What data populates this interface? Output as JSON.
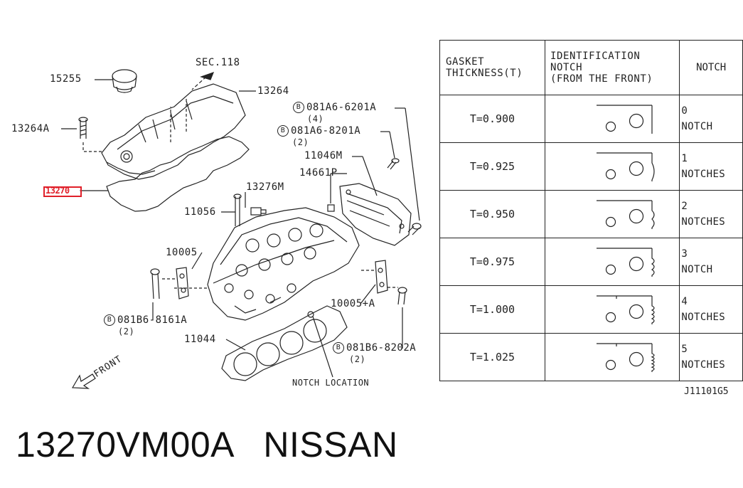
{
  "diagram": {
    "labels": {
      "p15255": "15255",
      "sec118": "SEC.118",
      "p13264": "13264",
      "p13264a": "13264A",
      "p13270": "13270",
      "b1_code": "081A6-6201A",
      "b1_qty": "(4)",
      "b2_code": "081A6-8201A",
      "b2_qty": "(2)",
      "p11046m": "11046M",
      "p14661p": "14661P",
      "p13276m": "13276M",
      "p11056": "11056",
      "p10005": "10005",
      "p10005a": "10005+A",
      "b3_code": "081B6-8161A",
      "b3_qty": "(2)",
      "p11044": "11044",
      "b4_code": "081B6-8202A",
      "b4_qty": "(2)",
      "notch_location": "NOTCH LOCATION",
      "front": "FRONT",
      "bolt_symbol": "B"
    }
  },
  "table": {
    "headers": {
      "thickness_line1": "GASKET",
      "thickness_line2": "THICKNESS(T)",
      "ident_line1": "IDENTIFICATION",
      "ident_line2": "NOTCH",
      "ident_line3": "(FROM THE FRONT)",
      "notch": "NOTCH"
    },
    "rows": [
      {
        "thickness": "T=0.900",
        "notch_line1": "0",
        "notch_line2": "NOTCH",
        "notches": 0
      },
      {
        "thickness": "T=0.925",
        "notch_line1": "1",
        "notch_line2": "NOTCHES",
        "notches": 1
      },
      {
        "thickness": "T=0.950",
        "notch_line1": "2",
        "notch_line2": "NOTCHES",
        "notches": 2
      },
      {
        "thickness": "T=0.975",
        "notch_line1": "3",
        "notch_line2": "NOTCH",
        "notches": 3
      },
      {
        "thickness": "T=1.000",
        "notch_line1": "4",
        "notch_line2": "NOTCHES",
        "notches": 4
      },
      {
        "thickness": "T=1.025",
        "notch_line1": "5",
        "notch_line2": "NOTCHES",
        "notches": 5
      }
    ]
  },
  "ref_code": "J11101G5",
  "part_title": "13270VM00A   NISSAN",
  "colors": {
    "highlight": "#e0202a",
    "ink": "#222222"
  }
}
